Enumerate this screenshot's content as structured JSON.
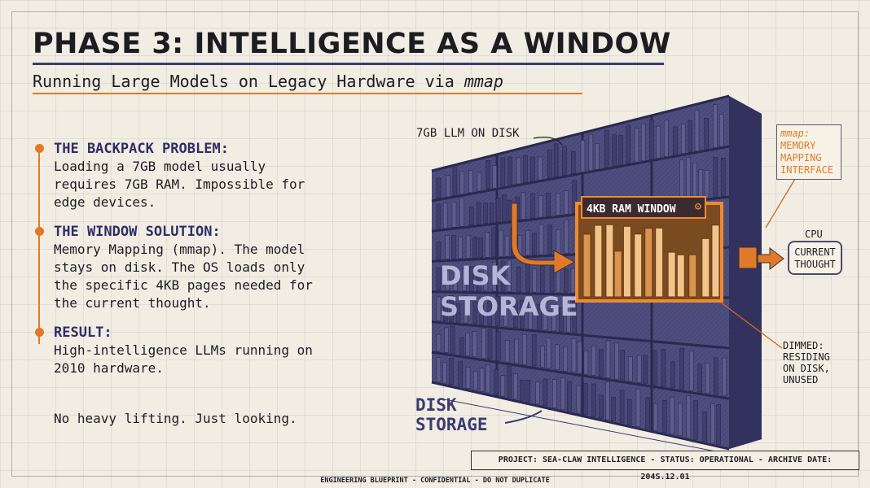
{
  "title": "PHASE 3: INTELLIGENCE AS A WINDOW",
  "subtitle": {
    "text": "Running Large Models on Legacy Hardware via ",
    "emph": "mmap"
  },
  "points": [
    {
      "heading": "THE BACKPACK PROBLEM:",
      "lines": [
        "Loading a 7GB model usually",
        "requires 7GB RAM. Impossible for",
        "edge devices."
      ]
    },
    {
      "heading": "THE WINDOW SOLUTION:",
      "lines": [
        "Memory Mapping (mmap). The model",
        "stays on disk. The OS loads only",
        "the specific 4KB pages needed for",
        "the current thought."
      ]
    },
    {
      "heading": "RESULT:",
      "lines": [
        "High-intelligence LLMs running on",
        "2010 hardware."
      ]
    }
  ],
  "closing": "No heavy lifting. Just looking.",
  "diagram": {
    "llm_label": "7GB LLM ON DISK",
    "shelf_label": [
      "DISK",
      "STORAGE"
    ],
    "bottom_label": [
      "DISK",
      "STORAGE"
    ],
    "window_label": "4KB RAM WINDOW",
    "note": {
      "emph": "mmap:",
      "lines": [
        "MEMORY",
        "MAPPING",
        "INTERFACE"
      ]
    },
    "cpu_label": "CPU",
    "bubble": [
      "CURRENT",
      "THOUGHT"
    ],
    "dimmed": [
      "DIMMED:",
      "RESIDING",
      "ON DISK,",
      "UNUSED"
    ],
    "colors": {
      "accent": "#e07a2a",
      "navy": "#3b3a72"
    }
  },
  "project": "PROJECT: SEA-CLAW INTELLIGENCE - STATUS: OPERATIONAL - ARCHIVE DATE: 204S.12.01",
  "footer": "ENGINEERING BLUEPRINT - CONFIDENTIAL - DO NOT DUPLICATE"
}
